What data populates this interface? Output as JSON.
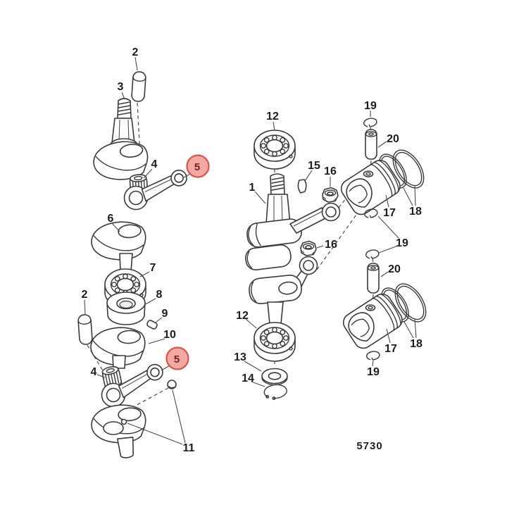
{
  "diagram": {
    "number": "5730",
    "background": "#ffffff",
    "ink_color": "#3a3a3a",
    "highlight_fill": "#f2a9a4",
    "highlight_border": "#d9544b",
    "highlight_text_color": "#7e1f1a",
    "highlighted_callouts": [
      {
        "label": "5"
      },
      {
        "label": "5"
      }
    ],
    "callouts": [
      {
        "label": "2"
      },
      {
        "label": "3"
      },
      {
        "label": "4"
      },
      {
        "label": "6"
      },
      {
        "label": "7"
      },
      {
        "label": "8"
      },
      {
        "label": "9"
      },
      {
        "label": "10"
      },
      {
        "label": "2"
      },
      {
        "label": "4"
      },
      {
        "label": "11"
      },
      {
        "label": "12"
      },
      {
        "label": "1"
      },
      {
        "label": "15"
      },
      {
        "label": "16"
      },
      {
        "label": "16"
      },
      {
        "label": "12"
      },
      {
        "label": "13"
      },
      {
        "label": "14"
      },
      {
        "label": "19"
      },
      {
        "label": "20"
      },
      {
        "label": "17"
      },
      {
        "label": "18"
      },
      {
        "label": "19"
      },
      {
        "label": "20"
      },
      {
        "label": "17"
      },
      {
        "label": "18"
      },
      {
        "label": "19"
      }
    ]
  }
}
